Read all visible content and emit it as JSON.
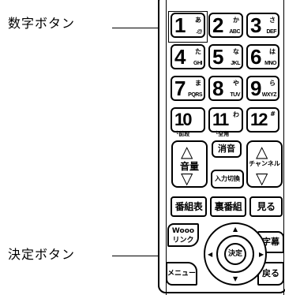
{
  "callouts": {
    "number_buttons": "数字ボタン",
    "enter_button": "決定ボタン"
  },
  "number_keys": [
    {
      "num": "1",
      "kana": "あ",
      "alpha": ".@"
    },
    {
      "num": "2",
      "kana": "か",
      "alpha": "ABC"
    },
    {
      "num": "3",
      "kana": "さ",
      "alpha": "DEF"
    },
    {
      "num": "4",
      "kana": "た",
      "alpha": "GHI"
    },
    {
      "num": "5",
      "kana": "な",
      "alpha": "JKL"
    },
    {
      "num": "6",
      "kana": "は",
      "alpha": "MNO"
    },
    {
      "num": "7",
      "kana": "ま",
      "alpha": "PQRS"
    },
    {
      "num": "8",
      "kana": "や",
      "alpha": "TUV"
    },
    {
      "num": "9",
      "kana": "ら",
      "alpha": "WXYZ"
    },
    {
      "num": "10",
      "kana": "",
      "alpha": ""
    },
    {
      "num": "11",
      "kana": "わ",
      "alpha": ""
    },
    {
      "num": "12",
      "kana": "#",
      "alpha": ""
    }
  ],
  "sub_labels": {
    "key10": "└前段",
    "key11": "└全角"
  },
  "middle": {
    "mute": "消音",
    "input_switch": "入力切換",
    "volume": "音量",
    "channel": "チャンネル"
  },
  "row_keys": {
    "program_guide": "番組表",
    "back_program": "裏番組",
    "watch": "見る"
  },
  "bottom": {
    "wooo_link": "Wooo リンク",
    "subtitle": "字幕",
    "menu": "メニュー",
    "back": "戻る",
    "ok": "決定"
  }
}
